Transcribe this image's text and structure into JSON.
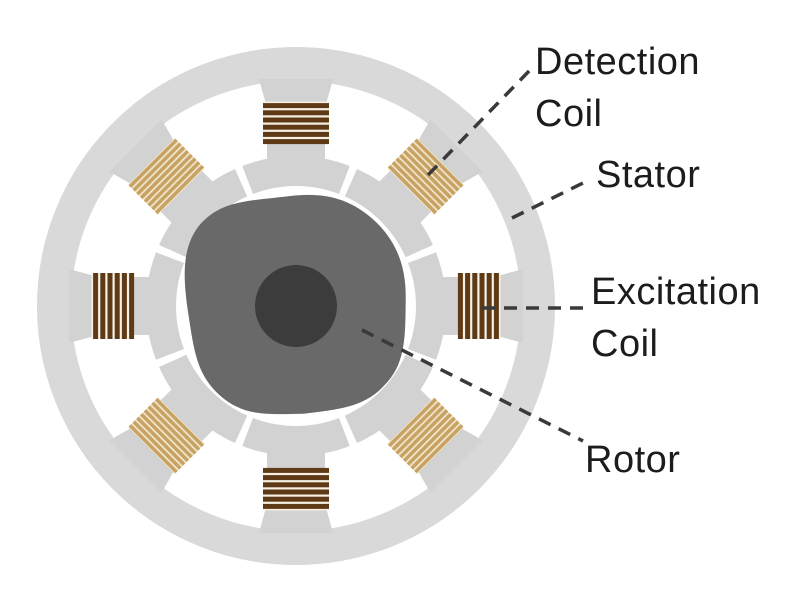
{
  "labels": {
    "detection_coil": {
      "line1": "Detection",
      "line2": "Coil"
    },
    "stator": {
      "text": "Stator"
    },
    "excitation_coil": {
      "line1": "Excitation",
      "line2": "Coil"
    },
    "rotor": {
      "text": "Rotor"
    }
  },
  "colors": {
    "background": "#ffffff",
    "stator_ring": "#d9d9d9",
    "pole": "#d2d2d2",
    "rotor_body": "#696969",
    "rotor_shaft": "#3c3c3c",
    "excitation_coil_wire": "#5e3b16",
    "excitation_coil_gap": "#f6f1e4",
    "detection_coil_wire": "#c8a263",
    "detection_coil_gap": "#efe4c9",
    "leader_line": "#3a3a3a",
    "label_text": "#1c1c1c"
  },
  "structure": {
    "pole_count": 8,
    "excitation_coil_count": 4,
    "detection_coil_count": 4,
    "excitation_positions_deg": [
      0,
      90,
      180,
      270
    ],
    "detection_positions_deg": [
      45,
      135,
      225,
      315
    ],
    "excitation_winding_turns": 6,
    "detection_winding_turns": 8
  }
}
